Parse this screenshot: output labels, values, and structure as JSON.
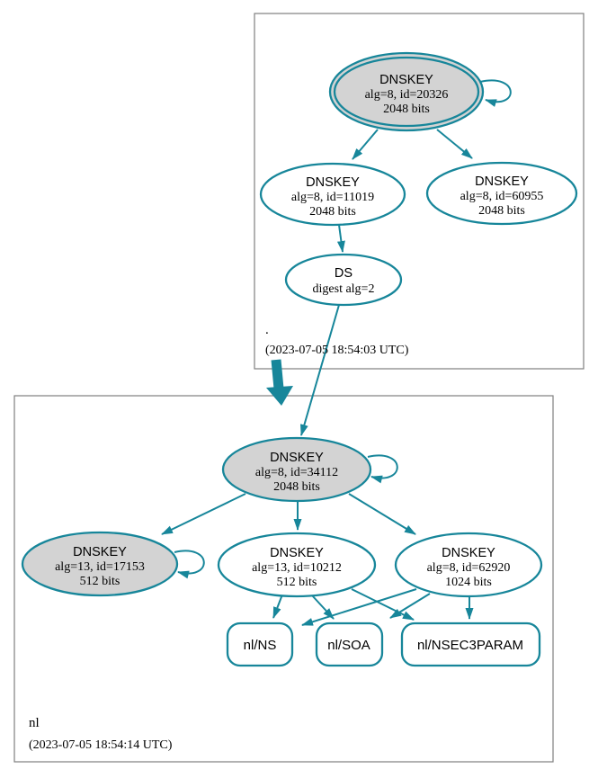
{
  "diagram_type": "dnssec-authentication-chain",
  "colors": {
    "edge": "#17869a",
    "node_stroke": "#17869a",
    "gray_node_fill": "#d3d3d3",
    "white_node_fill": "#ffffff",
    "zone_box_border": "#7f7f7f",
    "text": "#000000"
  },
  "zones": {
    "root": {
      "label": ".",
      "timestamp": "(2023-07-05 18:54:03 UTC)",
      "nodes": {
        "ksk20326": {
          "title": "DNSKEY",
          "detail": "alg=8, id=20326",
          "bits": "2048 bits"
        },
        "key11019": {
          "title": "DNSKEY",
          "detail": "alg=8, id=11019",
          "bits": "2048 bits"
        },
        "key60955": {
          "title": "DNSKEY",
          "detail": "alg=8, id=60955",
          "bits": "2048 bits"
        },
        "ds": {
          "title": "DS",
          "detail": "digest alg=2"
        }
      }
    },
    "nl": {
      "label": "nl",
      "timestamp": "(2023-07-05 18:54:14 UTC)",
      "nodes": {
        "ksk34112": {
          "title": "DNSKEY",
          "detail": "alg=8, id=34112",
          "bits": "2048 bits"
        },
        "key17153": {
          "title": "DNSKEY",
          "detail": "alg=13, id=17153",
          "bits": "512 bits"
        },
        "key10212": {
          "title": "DNSKEY",
          "detail": "alg=13, id=10212",
          "bits": "512 bits"
        },
        "key62920": {
          "title": "DNSKEY",
          "detail": "alg=8, id=62920",
          "bits": "1024 bits"
        },
        "rr_ns": {
          "label": "nl/NS"
        },
        "rr_soa": {
          "label": "nl/SOA"
        },
        "rr_nsec3param": {
          "label": "nl/NSEC3PARAM"
        }
      }
    }
  }
}
